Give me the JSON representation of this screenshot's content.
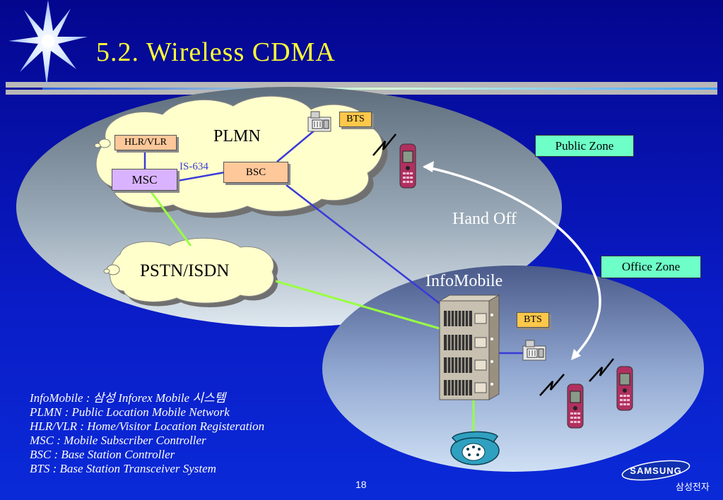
{
  "slide": {
    "title": "5.2. Wireless CDMA",
    "page_number": "18"
  },
  "network": {
    "plmn_label": "PLMN",
    "pstn_label": "PSTN/ISDN",
    "hlr_label": "HLR/VLR",
    "msc_label": "MSC",
    "bsc_label": "BSC",
    "bts_label": "BTS",
    "office_bts_label": "BTS",
    "interface_label": "IS-634",
    "handoff_label": "Hand Off",
    "infomobile_label": "InfoMobile"
  },
  "zones": {
    "public": "Public Zone",
    "office": "Office Zone"
  },
  "legend": [
    "InfoMobile : 삼성 Inforex Mobile 시스템",
    "PLMN : Public Location Mobile Network",
    "HLR/VLR : Home/Visitor Location Registeration",
    "MSC : Mobile Subscriber Controller",
    "BSC : Base Station Controller",
    "BTS : Base Station Transceiver System"
  ],
  "branding": {
    "logo_text": "SAMSUNG",
    "company_name": "삼성전자"
  },
  "colors": {
    "background": "#0a1cc6",
    "title": "#ffff33",
    "zone_box": "#6effc8",
    "bts_box": "#ffc84a",
    "msc_box": "#d9b3ff",
    "bsc_box": "#ffc89a",
    "link_blue": "#3a3ad8",
    "link_green": "#99ff44"
  }
}
